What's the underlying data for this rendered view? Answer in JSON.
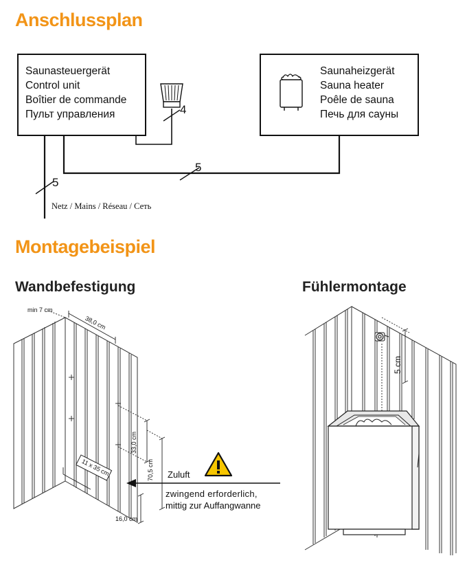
{
  "colors": {
    "accent": "#f29417",
    "line": "#111111",
    "warning_fill": "#f7c600"
  },
  "section1": {
    "title": "Anschlussplan",
    "control_unit": [
      "Saunasteuergerät",
      "Control unit",
      "Boîtier de commande",
      "Пульт управления"
    ],
    "heater": [
      "Saunaheizgerät",
      "Sauna heater",
      "Poêle de sauna",
      "Печь для сауны"
    ],
    "cable_sensor": "4",
    "cable_heater": "5",
    "cable_mains": "5",
    "mains_label": "Netz / Mains / Réseau / Сеть",
    "icons": [
      "sensor-icon",
      "sauna-heater-icon"
    ]
  },
  "section2": {
    "title": "Montagebeispiel",
    "wall": {
      "heading": "Wandbefestigung",
      "min_distance": "min 7 cm",
      "width": "38,0 cm",
      "vertical_spacing": "33,0 cm",
      "height": "70,5 cm",
      "opening": "11 x 35 cm",
      "bottom": "16,0 cm",
      "airflow_label": "Zuluft",
      "note_line1": "zwingend erforderlich,",
      "note_line2": "mittig zur Auffangwanne",
      "icons": [
        "warning-icon",
        "arrow-left-icon"
      ]
    },
    "sensor": {
      "heading": "Fühlermontage",
      "distance": "5 cm",
      "icons": [
        "sensor-icon",
        "sauna-heater-icon"
      ]
    }
  }
}
